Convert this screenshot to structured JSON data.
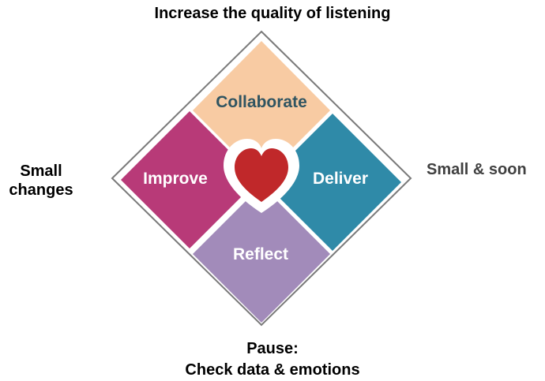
{
  "labels": {
    "top": "Increase the quality of listening",
    "left_line1": "Small",
    "left_line2": "changes",
    "right": "Small & soon",
    "bottom_line1": "Pause:",
    "bottom_line2": "Check data & emotions"
  },
  "quadrants": {
    "top": {
      "label": "Collaborate",
      "fill": "#F8CBA3",
      "text_color": "#2F5461"
    },
    "right": {
      "label": "Deliver",
      "fill": "#2F8AA8",
      "text_color": "#FFFFFF"
    },
    "bottom": {
      "label": "Reflect",
      "fill": "#A28BBA",
      "text_color": "#FFFFFF"
    },
    "left": {
      "label": "Improve",
      "fill": "#B83A78",
      "text_color": "#FFFFFF"
    }
  },
  "center": {
    "icon": "heart-icon",
    "fill": "#C0282A",
    "halo": "#FFFFFF"
  },
  "colors": {
    "outline": "#7A7A7A",
    "background": "#FFFFFF"
  }
}
